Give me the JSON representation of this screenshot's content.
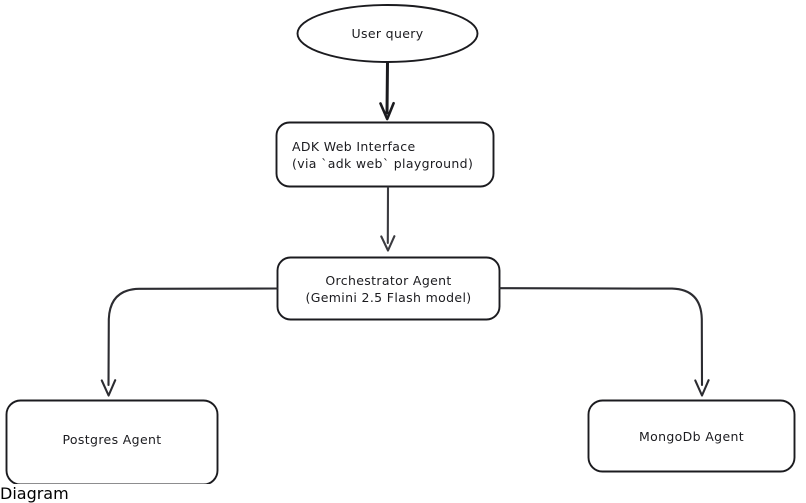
{
  "diagram": {
    "type": "flowchart",
    "style": "hand-drawn",
    "background_color": "#ffffff",
    "stroke_color": "#1b1b1f",
    "text_color": "#1b1b1f",
    "nodes": [
      {
        "id": "user-query",
        "shape": "ellipse",
        "text": "User query",
        "lines": [
          "User query"
        ],
        "align": "center"
      },
      {
        "id": "adk-web",
        "shape": "rounded-rect",
        "text": "ADK Web Interface (via `adk web` playground)",
        "lines": [
          "ADK Web Interface",
          "(via `adk web` playground)"
        ],
        "align": "left"
      },
      {
        "id": "orchestrator",
        "shape": "rounded-rect",
        "text": "Orchestrator Agent (Gemini 2.5 Flash model)",
        "lines": [
          "Orchestrator Agent",
          "(Gemini 2.5 Flash model)"
        ],
        "align": "center"
      },
      {
        "id": "postgres-agent",
        "shape": "rounded-rect",
        "text": "Postgres Agent",
        "lines": [
          "Postgres Agent"
        ],
        "align": "center"
      },
      {
        "id": "mongodb-agent",
        "shape": "rounded-rect",
        "text": "MongoDb Agent",
        "lines": [
          "MongoDb Agent"
        ],
        "align": "center"
      }
    ],
    "edges": [
      {
        "id": "edge-user-to-adk",
        "from": "user-query",
        "to": "adk-web",
        "routing": "vertical",
        "arrowhead": "end"
      },
      {
        "id": "edge-adk-to-orchestrator",
        "from": "adk-web",
        "to": "orchestrator",
        "routing": "vertical",
        "arrowhead": "end"
      },
      {
        "id": "edge-orchestrator-to-postgres",
        "from": "orchestrator",
        "to": "postgres-agent",
        "routing": "elbow-left",
        "arrowhead": "end"
      },
      {
        "id": "edge-orchestrator-to-mongodb",
        "from": "orchestrator",
        "to": "mongodb-agent",
        "routing": "elbow-right",
        "arrowhead": "end"
      }
    ]
  }
}
